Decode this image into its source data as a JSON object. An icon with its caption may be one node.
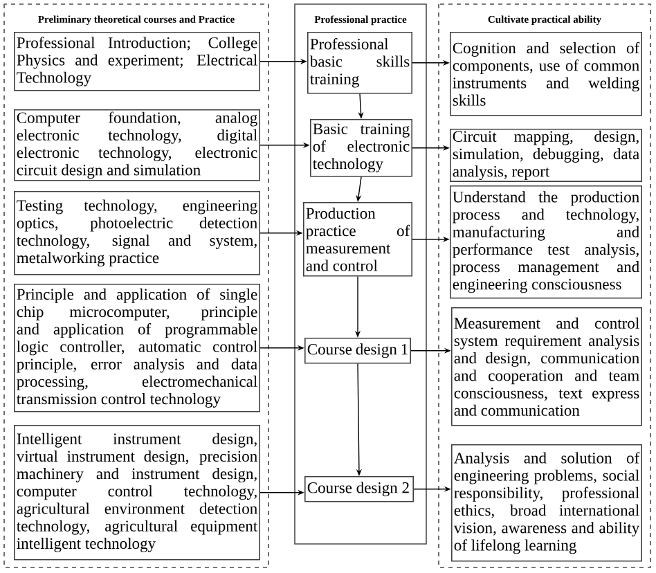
{
  "diagram": {
    "nodes": [
      {
        "text": [
          "Preliminary theoretical courses and Practice"
        ]
      },
      {
        "text": [
          "Professional Introduction; College Physics and experiment; Electrical Technology"
        ],
        "in": 0
      },
      {
        "text": [
          "Computer foundation, analog electronic technology, digital electronic technology, electronic circuit design and simulation"
        ],
        "in": 0
      },
      {
        "text": [
          "Testing technology, engineering optics, photoelectric detection technology, signal and system, metalworking practice"
        ],
        "in": 0
      },
      {
        "text": [
          "Principle and application of single chip microcomputer, principle and application of programmable logic controller, automatic control principle, error analysis and data processing, electromechanical transmission control technology"
        ],
        "in": 0
      },
      {
        "text": [
          "Intelligent instrument design, virtual instrument design, precision machinery and instrument design, computer control technology, agricultural environment detection technology, agricultural equipment intelligent technology"
        ],
        "in": 0
      },
      {
        "text": [
          "Professional practice"
        ]
      },
      {
        "text": [
          "Professional basic skills training"
        ],
        "in": 6
      },
      {
        "text": [
          "Basic training of electronic technology"
        ],
        "in": 6
      },
      {
        "text": [
          "Production practice of measurement and control"
        ],
        "in": 6
      },
      {
        "text": [
          "Course design 1"
        ],
        "in": 6
      },
      {
        "text": [
          "Course design 2"
        ],
        "in": 6
      },
      {
        "text": [
          "Cultivate practical ability"
        ]
      },
      {
        "text": [
          "Cognition and selection of components, use of common instruments and welding skills"
        ],
        "in": 12
      },
      {
        "text": [
          "Circuit mapping, design, simulation, debugging, data analysis, report"
        ],
        "in": 12
      },
      {
        "text": [
          "Understand the production process and technology, manufacturing and performance test analysis, process management and engineering consciousness"
        ],
        "in": 12
      },
      {
        "text": [
          "Measurement and control system requirement analysis and design, communication and cooperation and team consciousness, text express and communication"
        ],
        "in": 12
      },
      {
        "text": [
          "Analysis and solution of engineering problems, social responsibility, professional ethics, broad international vision, awareness and ability of lifelong learning"
        ],
        "in": 12
      }
    ],
    "edges": [
      {
        "from": 1,
        "to": 7,
        "arrow": "to"
      },
      {
        "from": 2,
        "to": 8,
        "arrow": "to"
      },
      {
        "from": 3,
        "to": 9,
        "arrow": "to"
      },
      {
        "from": 4,
        "to": 10,
        "arrow": "to"
      },
      {
        "from": 5,
        "to": 11,
        "arrow": "to"
      },
      {
        "from": 7,
        "to": 8,
        "arrow": "to"
      },
      {
        "from": 8,
        "to": 9,
        "arrow": "to"
      },
      {
        "from": 9,
        "to": 10,
        "arrow": "to"
      },
      {
        "from": 10,
        "to": 11,
        "arrow": "to"
      },
      {
        "from": 7,
        "to": 13,
        "arrow": "to"
      },
      {
        "from": 8,
        "to": 14,
        "arrow": "to"
      },
      {
        "from": 9,
        "to": 15,
        "arrow": "to"
      },
      {
        "from": 10,
        "to": 16,
        "arrow": "to"
      },
      {
        "from": 11,
        "to": 17,
        "arrow": "to"
      }
    ]
  }
}
